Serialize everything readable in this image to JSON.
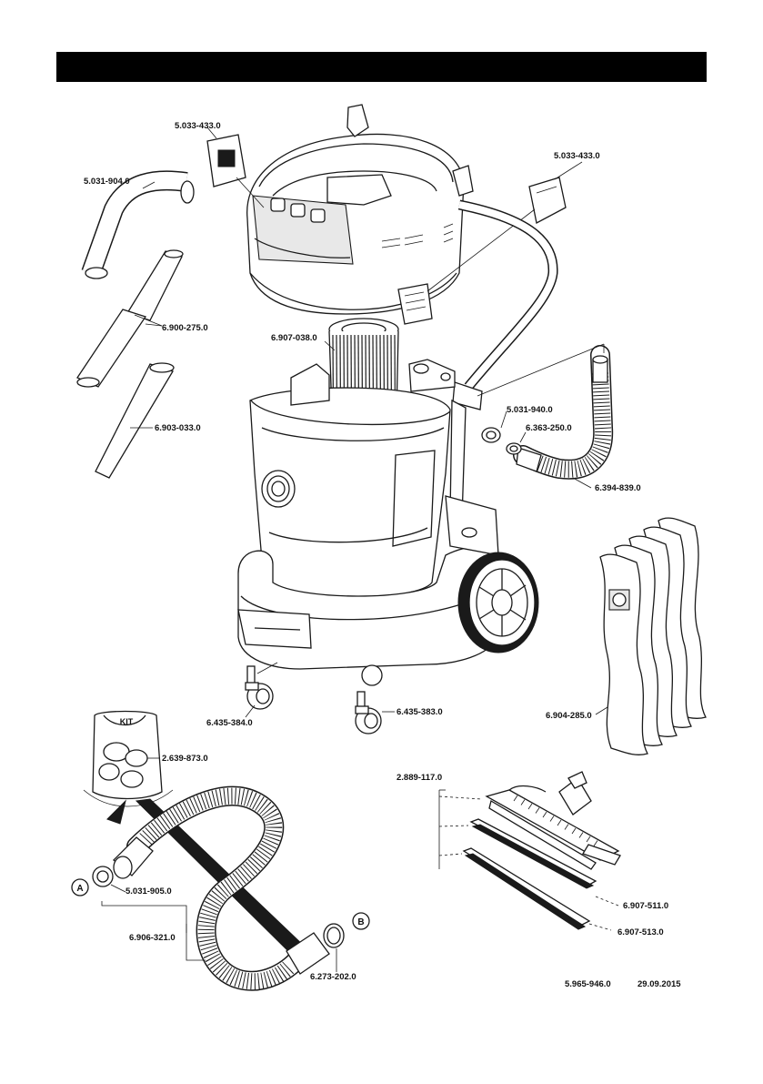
{
  "parts": {
    "lid_cover_left": "5.033-433.0",
    "lid_cover_right": "5.033-433.0",
    "bent_tube": "5.031-904.0",
    "extension_tubes": "6.900-275.0",
    "cartridge_filter": "6.907-038.0",
    "crevice_nozzle": "6.903-033.0",
    "hose_adapter": "5.031-940.0",
    "hose_seal": "6.363-250.0",
    "suction_hose": "6.394-839.0",
    "filter_bags": "6.904-285.0",
    "castor_left": "6.435-384.0",
    "castor_right": "6.435-383.0",
    "adapter_kit": "2.639-873.0",
    "floor_nozzle": "2.889-117.0",
    "strip_set_brush": "6.907-511.0",
    "strip_set_rubber": "6.907-513.0",
    "accessory_adapter": "5.031-905.0",
    "accessory_hose": "6.906-321.0",
    "accessory_seal": "6.273-202.0"
  },
  "kit_label": "KIT",
  "callouts": {
    "a": "A",
    "b": "B"
  },
  "footer": {
    "document_number": "5.965-946.0",
    "date": "29.09.2015"
  }
}
